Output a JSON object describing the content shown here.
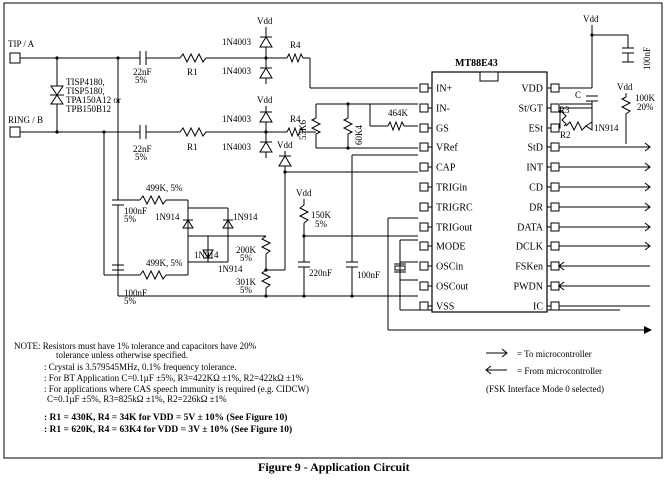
{
  "terminals": {
    "tip": "TIP / A",
    "ring": "RING / B"
  },
  "tvs_label": [
    "TISP4180,",
    "TISP5180,",
    "TPA150A12 or",
    "TPB150B12"
  ],
  "components": {
    "c_tip": [
      "22nF",
      "5%"
    ],
    "c_ring": [
      "22nF",
      "5%"
    ],
    "r1_tip": "R1",
    "r1_ring": "R1",
    "r4_tip": "R4",
    "r4_ring": "R4",
    "d_1n4003": "1N4003",
    "vdd": "Vdd",
    "r464k": "464K",
    "r53k6": "53K6",
    "r60k4": "60K4",
    "r499k_top": "499K, 5%",
    "r499k_bot": "499K, 5%",
    "c100nf_a": [
      "100nF",
      "5%"
    ],
    "c100nf_b": [
      "100nF",
      "5%"
    ],
    "d_1n914": "1N914",
    "r200k": [
      "200K",
      "5%"
    ],
    "r301k": [
      "301K",
      "5%"
    ],
    "r150k": [
      "150K",
      "5%"
    ],
    "c220nf": "220nF",
    "c100nf_osc": "100nF",
    "c100nf_vdd": "100nF",
    "r100k": [
      "100K",
      "20%"
    ],
    "c_est": "C",
    "r3": "R3",
    "r2": "R2",
    "d_est": "1N914"
  },
  "chip": {
    "name": "MT88E43",
    "left_pins": [
      "IN+",
      "IN-",
      "GS",
      "VRef",
      "CAP",
      "TRIGin",
      "TRIGRC",
      "TRIGout",
      "MODE",
      "OSCin",
      "OSCout",
      "VSS"
    ],
    "right_pins": [
      "VDD",
      "St/GT",
      "ESt",
      "StD",
      "INT",
      "CD",
      "DR",
      "DATA",
      "DCLK",
      "FSKen",
      "PWDN",
      "IC"
    ]
  },
  "legend": {
    "to_mcu": "= To microcontroller",
    "from_mcu": "= From microcontroller",
    "mode": "(FSK Interface Mode 0 selected)"
  },
  "notes": [
    "NOTE: Resistors must have 1% tolerance and capacitors have 20%",
    "tolerance unless otherwise specified.",
    ": Crystal is 3.579545MHz, 0.1% frequency tolerance.",
    ": For BT Application C=0.1µF ±5%, R3=422KΩ ±1%, R2=422kΩ ±1%",
    ": For applications where CAS speech immunity is required (e.g. CIDCW)",
    "C=0.1µF ±5%, R3=825kΩ ±1%, R2=226kΩ ±1%"
  ],
  "bold_notes": [
    ": R1 = 430K, R4 = 34K for VDD = 5V ± 10%  (See Figure 10)",
    ": R1 = 620K, R4 = 63K4 for VDD = 3V ± 10%  (See Figure 10)"
  ],
  "caption": "Figure 9 - Application Circuit"
}
